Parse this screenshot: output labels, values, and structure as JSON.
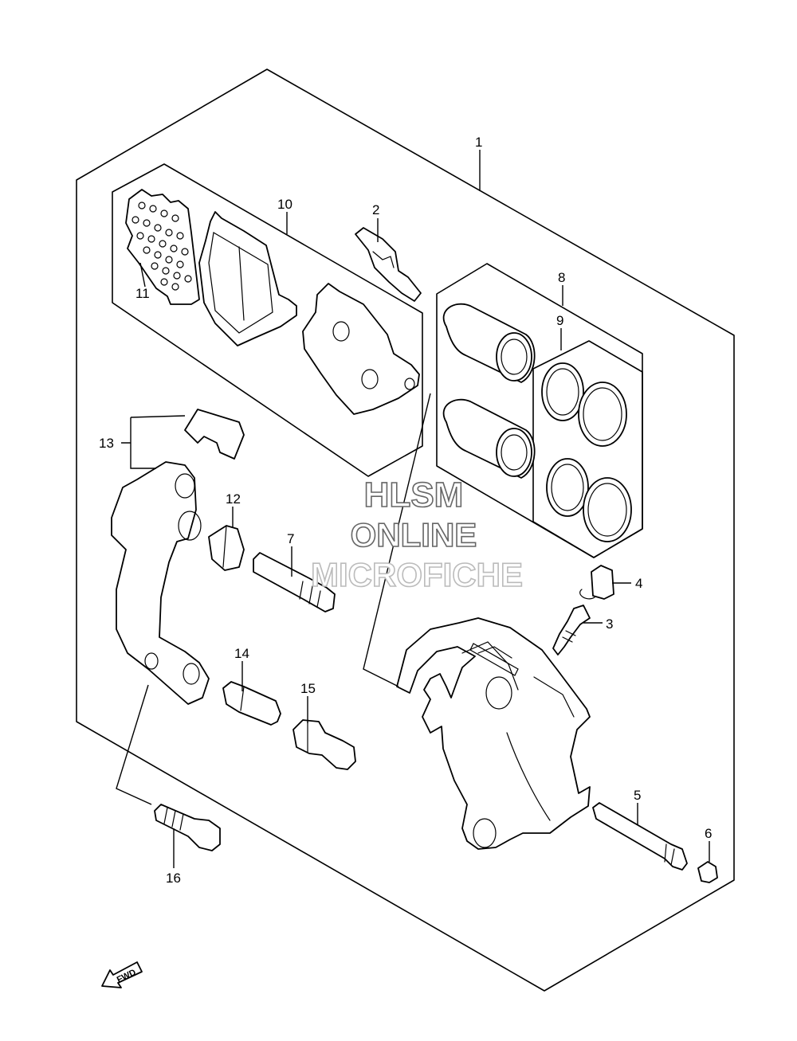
{
  "callouts": {
    "c1": "1",
    "c2": "2",
    "c3": "3",
    "c4": "4",
    "c5": "5",
    "c6": "6",
    "c7": "7",
    "c8": "8",
    "c9": "9",
    "c10": "10",
    "c11": "11",
    "c12": "12",
    "c13": "13",
    "c14": "14",
    "c15": "15",
    "c16": "16"
  },
  "watermark": {
    "line1": "HLSM",
    "line2": "ONLINE",
    "line3": "MICROFICHE"
  },
  "direction_arrow": {
    "label": "FWD",
    "icon": "forward-arrow-icon"
  }
}
